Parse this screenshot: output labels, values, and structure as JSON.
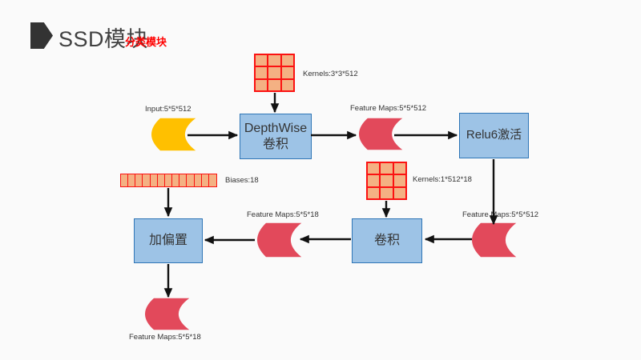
{
  "title": {
    "text": "SSD模块",
    "subtitle": "分类模块"
  },
  "blocks": {
    "depthwise": {
      "line1": "DepthWise",
      "line2": "卷积"
    },
    "relu6": {
      "label": "Relu6激活"
    },
    "conv": {
      "label": "卷积"
    },
    "add_bias": {
      "label": "加偏置"
    }
  },
  "labels": {
    "input": "Input:5*5*512",
    "kernels1": "Kernels:3*3*512",
    "feature_maps1": "Feature Maps:5*5*512",
    "feature_maps2": "Feature Maps:5*5*512",
    "kernels2": "Kernels:1*512*18",
    "feature_maps3": "Feature Maps:5*5*18",
    "biases": "Biases:18",
    "feature_maps4": "Feature Maps:5*5*18"
  },
  "colors": {
    "box_fill": "#9DC3E6",
    "box_border": "#2E75B6",
    "feature_map_red": "#E2495B",
    "input_yellow": "#FFC000",
    "kernel_fill": "#F4B183",
    "kernel_border": "#FB1212",
    "subtitle_red": "#FF0000",
    "title_gray": "#404040",
    "arrow_black": "#111111",
    "background": "#FAFAFA"
  }
}
